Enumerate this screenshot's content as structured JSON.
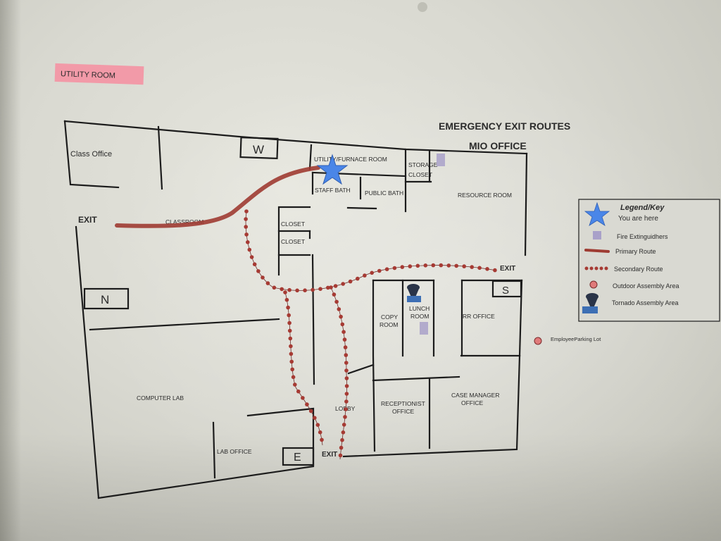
{
  "sticky_label": "UTILITY ROOM",
  "title": "EMERGENCY EXIT ROUTES",
  "subtitle": "MIO OFFICE",
  "rooms": {
    "class_office": "Class Office",
    "classroom": "CLASSROOM",
    "utility": "UTILITY/FURNACE ROOM",
    "staff_bath": "STAFF BATH",
    "public_bath": "PUBLIC BATH",
    "storage_1": "STORAGE",
    "storage_2": "CLOSET",
    "resource": "RESOURCE ROOM",
    "closet_1": "CLOSET",
    "closet_2": "CLOSET",
    "copy_1": "COPY",
    "copy_2": "ROOM",
    "lunch_1": "LUNCH",
    "lunch_2": "ROOM",
    "rr_office": "RR OFFICE",
    "computer_lab": "COMPUTER LAB",
    "lab_office": "LAB OFFICE",
    "lobby": "LOBBY",
    "receptionist_1": "RECEPTIONIST",
    "receptionist_2": "OFFICE",
    "case_manager_1": "CASE MANAGER",
    "case_manager_2": "OFFICE"
  },
  "exits": [
    "EXIT",
    "EXIT",
    "EXIT"
  ],
  "compass": {
    "north": "N",
    "south": "S",
    "east": "E",
    "west": "W"
  },
  "legend": {
    "title": "Legend/Key",
    "items": [
      {
        "icon": "star-icon",
        "label": "You are here"
      },
      {
        "icon": "extinguisher-icon",
        "label": "Fire Extinguidhers"
      },
      {
        "icon": "primary-route-icon",
        "label": "Primary Route"
      },
      {
        "icon": "secondary-route-icon",
        "label": "Secondary Route"
      },
      {
        "icon": "assembly-icon",
        "label": "Outdoor Assembly Area"
      },
      {
        "icon": "tornado-icon",
        "label": "Tornado Assembly Area"
      }
    ]
  },
  "parking_label": "EmployeeParking Lot",
  "colors": {
    "primary_route": "#9e3b32",
    "secondary_route": "#a63a33",
    "star": "#4a86e8",
    "sticky": "#f29aa8",
    "extinguisher": "#a9a1c9"
  }
}
